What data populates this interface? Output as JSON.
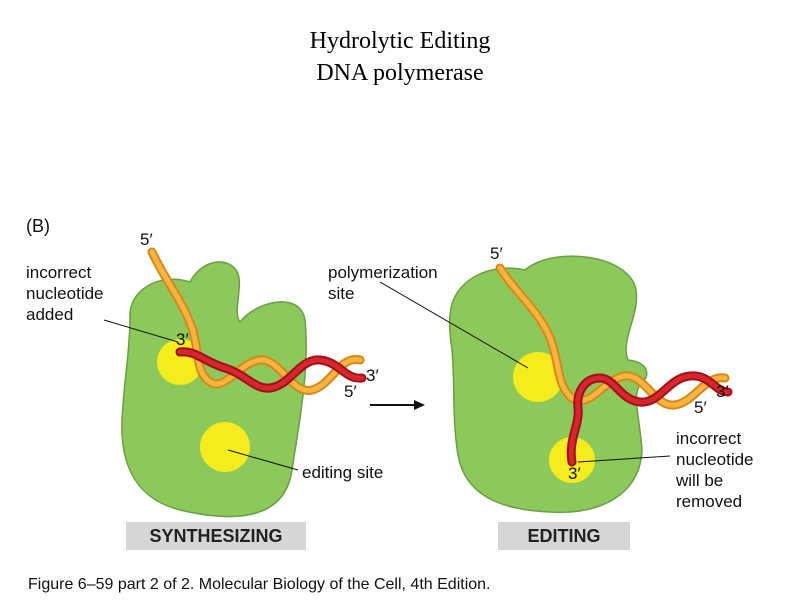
{
  "title_line1": "Hydrolytic Editing",
  "title_line2": "DNA polymerase",
  "panel_label": "(B)",
  "left": {
    "label_incorrect": "incorrect\nnucleotide\nadded",
    "label_editing_site": "editing site",
    "prime_5_top": "5′",
    "prime_3_site": "3′",
    "prime_5_right": "5′",
    "prime_3_right": "3′",
    "state_label": "SYNTHESIZING"
  },
  "right": {
    "label_polymerization": "polymerization\nsite",
    "label_incorrect": "incorrect\nnucleotide\nwill be\nremoved",
    "prime_5_top": "5′",
    "prime_3_site": "3′",
    "prime_5_right": "5′",
    "prime_3_right": "3′",
    "state_label": "EDITING"
  },
  "caption": "Figure 6–59 part 2 of 2. Molecular Biology of the Cell, 4th Edition.",
  "colors": {
    "enzyme": "#8cc85a",
    "site": "#f5ec1e",
    "template_strand": "#f0a028",
    "new_strand": "#cc1e28"
  }
}
